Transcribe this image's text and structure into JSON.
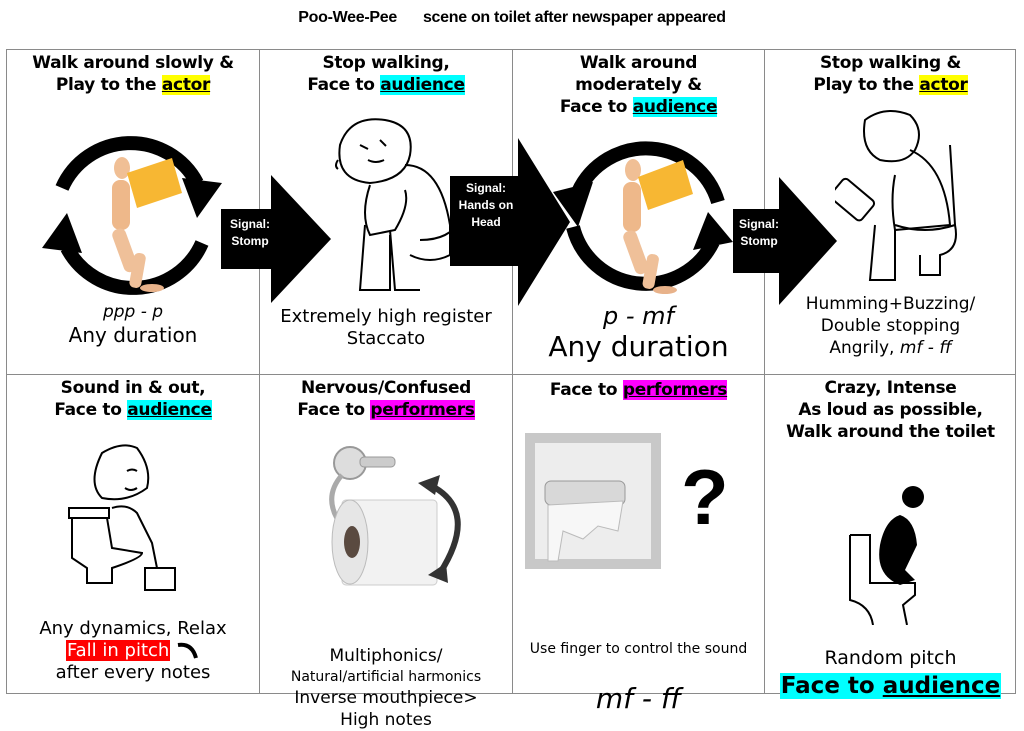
{
  "title": {
    "piece": "Poo-Wee-Pee",
    "subtitle": "scene on toilet after newspaper appeared"
  },
  "colors": {
    "actor_highlight": "#ffff00",
    "audience_highlight": "#00ffff",
    "performers_highlight": "#ff00ff",
    "fall_highlight": "#ff0000"
  },
  "cells": [
    {
      "head_lines": [
        "Walk around slowly &",
        "Play to the "
      ],
      "head_highlight": "actor",
      "illustration": "wooden-mannequin-reading-in-circular-arrows",
      "dynamics": "ppp - p",
      "text": [
        "Any duration"
      ]
    },
    {
      "head_lines": [
        "Stop walking,",
        "Face to "
      ],
      "head_highlight": "audience",
      "illustration": "crying-person-on-toilet",
      "text": [
        "Extremely high register",
        "Staccato"
      ]
    },
    {
      "head_lines": [
        "Walk around",
        "moderately &",
        "Face to "
      ],
      "head_highlight": "audience",
      "illustration": "wooden-mannequin-reading-in-circular-arrows",
      "dynamics": "p - mf",
      "text": [
        "Any duration"
      ]
    },
    {
      "head_lines": [
        "Stop walking &",
        "Play to the "
      ],
      "head_highlight": "actor",
      "illustration": "person-on-toilet-with-phone",
      "text": [
        "Humming+Buzzing/",
        "Double stopping"
      ],
      "text_last_prefix": "Angrily, ",
      "text_last_dynamics": "mf - ff"
    },
    {
      "head_lines": [
        "Sound in & out,",
        "Face to "
      ],
      "head_highlight": "audience",
      "illustration": "relaxed-person-on-toilet-with-stool",
      "text": [
        "Any dynamics, Relax"
      ],
      "fall_label": "Fall in pitch",
      "text_after": "after every notes"
    },
    {
      "head_lines": [
        "Nervous/Confused",
        "Face to "
      ],
      "head_highlight": "performers",
      "illustration": "toilet-paper-roll-with-rotation-arrow",
      "text": [
        "Multiphonics/",
        "Natural/artificial harmonics",
        "Inverse mouthpiece>",
        "High notes"
      ]
    },
    {
      "head_lines": [
        "Face to "
      ],
      "head_highlight": "performers",
      "illustration": "empty-toilet-paper-holder-with-question-mark",
      "question_mark": "?",
      "text": [
        "Use finger to control the sound"
      ],
      "dynamics": "mf - ff"
    },
    {
      "head_lines": [
        "Crazy, Intense",
        "As loud as possible,",
        "Walk around the toilet"
      ],
      "illustration": "squatting-figure-on-toilet",
      "text": [
        "Random pitch"
      ],
      "footer_prefix": "Face to ",
      "footer_highlight": "audience"
    }
  ],
  "signals": [
    {
      "line1": "Signal:",
      "line2": "Stomp"
    },
    {
      "line1": "Signal:",
      "line2": "Hands on",
      "line3": "Head"
    },
    {
      "line1": "Signal:",
      "line2": "Stomp"
    }
  ]
}
